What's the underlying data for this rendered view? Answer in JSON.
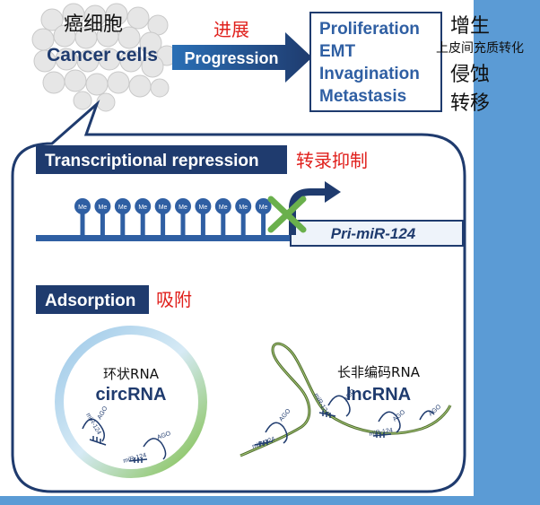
{
  "cancer": {
    "label_cn": "癌细胞",
    "label_en": "Cancer cells"
  },
  "progression": {
    "label_cn": "进展",
    "label_en": "Progression"
  },
  "outcomes": {
    "items_en": [
      "Proliferation",
      "EMT",
      "Invagination",
      "Metastasis"
    ],
    "items_cn": [
      "增生",
      "上皮间充质转化",
      "侵蚀",
      "转移"
    ]
  },
  "transcriptional": {
    "header": "Transcriptional repression",
    "label_cn": "转录抑制",
    "methyl_label": "Me",
    "methyl_count": 10,
    "gene_label": "Pri-miR-124"
  },
  "adsorption": {
    "header": "Adsorption",
    "label_cn": "吸附",
    "circ": {
      "label_cn": "环状RNA",
      "label_en": "circRNA"
    },
    "lnc": {
      "label_cn": "长非编码RNA",
      "label_en": "lncRNA"
    },
    "ago_label": "AGO",
    "mir_label": "miR-124"
  },
  "colors": {
    "navy": "#1f3b6e",
    "blue": "#2f5fa3",
    "red": "#e0201c",
    "green": "#6ab04c",
    "olive": "#4d6b2c",
    "background": "#5b9bd5"
  }
}
